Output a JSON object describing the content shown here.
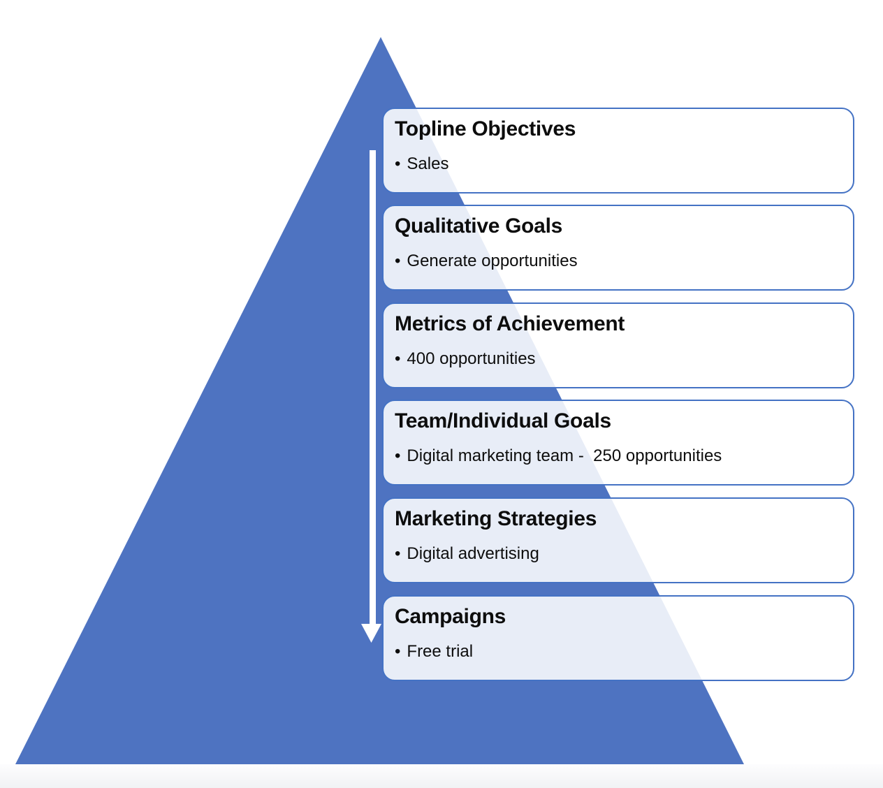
{
  "diagram": {
    "type": "pyramid-with-levels",
    "colors": {
      "pyramid_fill": "#4e73c1",
      "box_border": "#4472c4",
      "box_overlay_tint": "#e8edf7",
      "arrow": "#ffffff",
      "text": "#0d0d0d",
      "background": "#ffffff"
    },
    "bullet_marker": "•",
    "levels": [
      {
        "title": "Topline Objectives",
        "bullet": "Sales"
      },
      {
        "title": "Qualitative Goals",
        "bullet": "Generate opportunities"
      },
      {
        "title": "Metrics of Achievement",
        "bullet": "400 opportunities"
      },
      {
        "title": "Team/Individual Goals",
        "bullet": "Digital marketing team -  250 opportunities"
      },
      {
        "title": "Marketing Strategies",
        "bullet": "Digital advertising"
      },
      {
        "title": "Campaigns",
        "bullet": "Free trial"
      }
    ]
  }
}
